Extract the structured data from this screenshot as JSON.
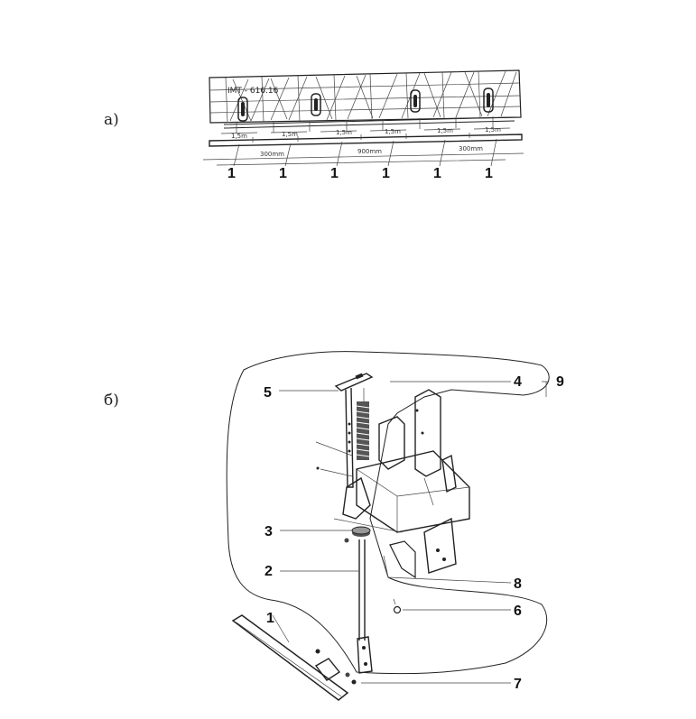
{
  "section_a": {
    "label": "a)",
    "model": "IMT - 616.16",
    "spacings": [
      "1,5m",
      "1,5m",
      "1,5m",
      "1,5m",
      "1,5m",
      "1,5m"
    ],
    "mm_labels": [
      "300mm",
      "900mm",
      "300mm"
    ],
    "callouts": [
      "1",
      "1",
      "1",
      "1",
      "1",
      "1"
    ]
  },
  "section_b": {
    "label": "б)",
    "callouts": {
      "c1": "1",
      "c2": "2",
      "c3": "3",
      "c4": "4",
      "c5": "5",
      "c6": "6",
      "c7": "7",
      "c8": "8",
      "c9": "9"
    }
  }
}
